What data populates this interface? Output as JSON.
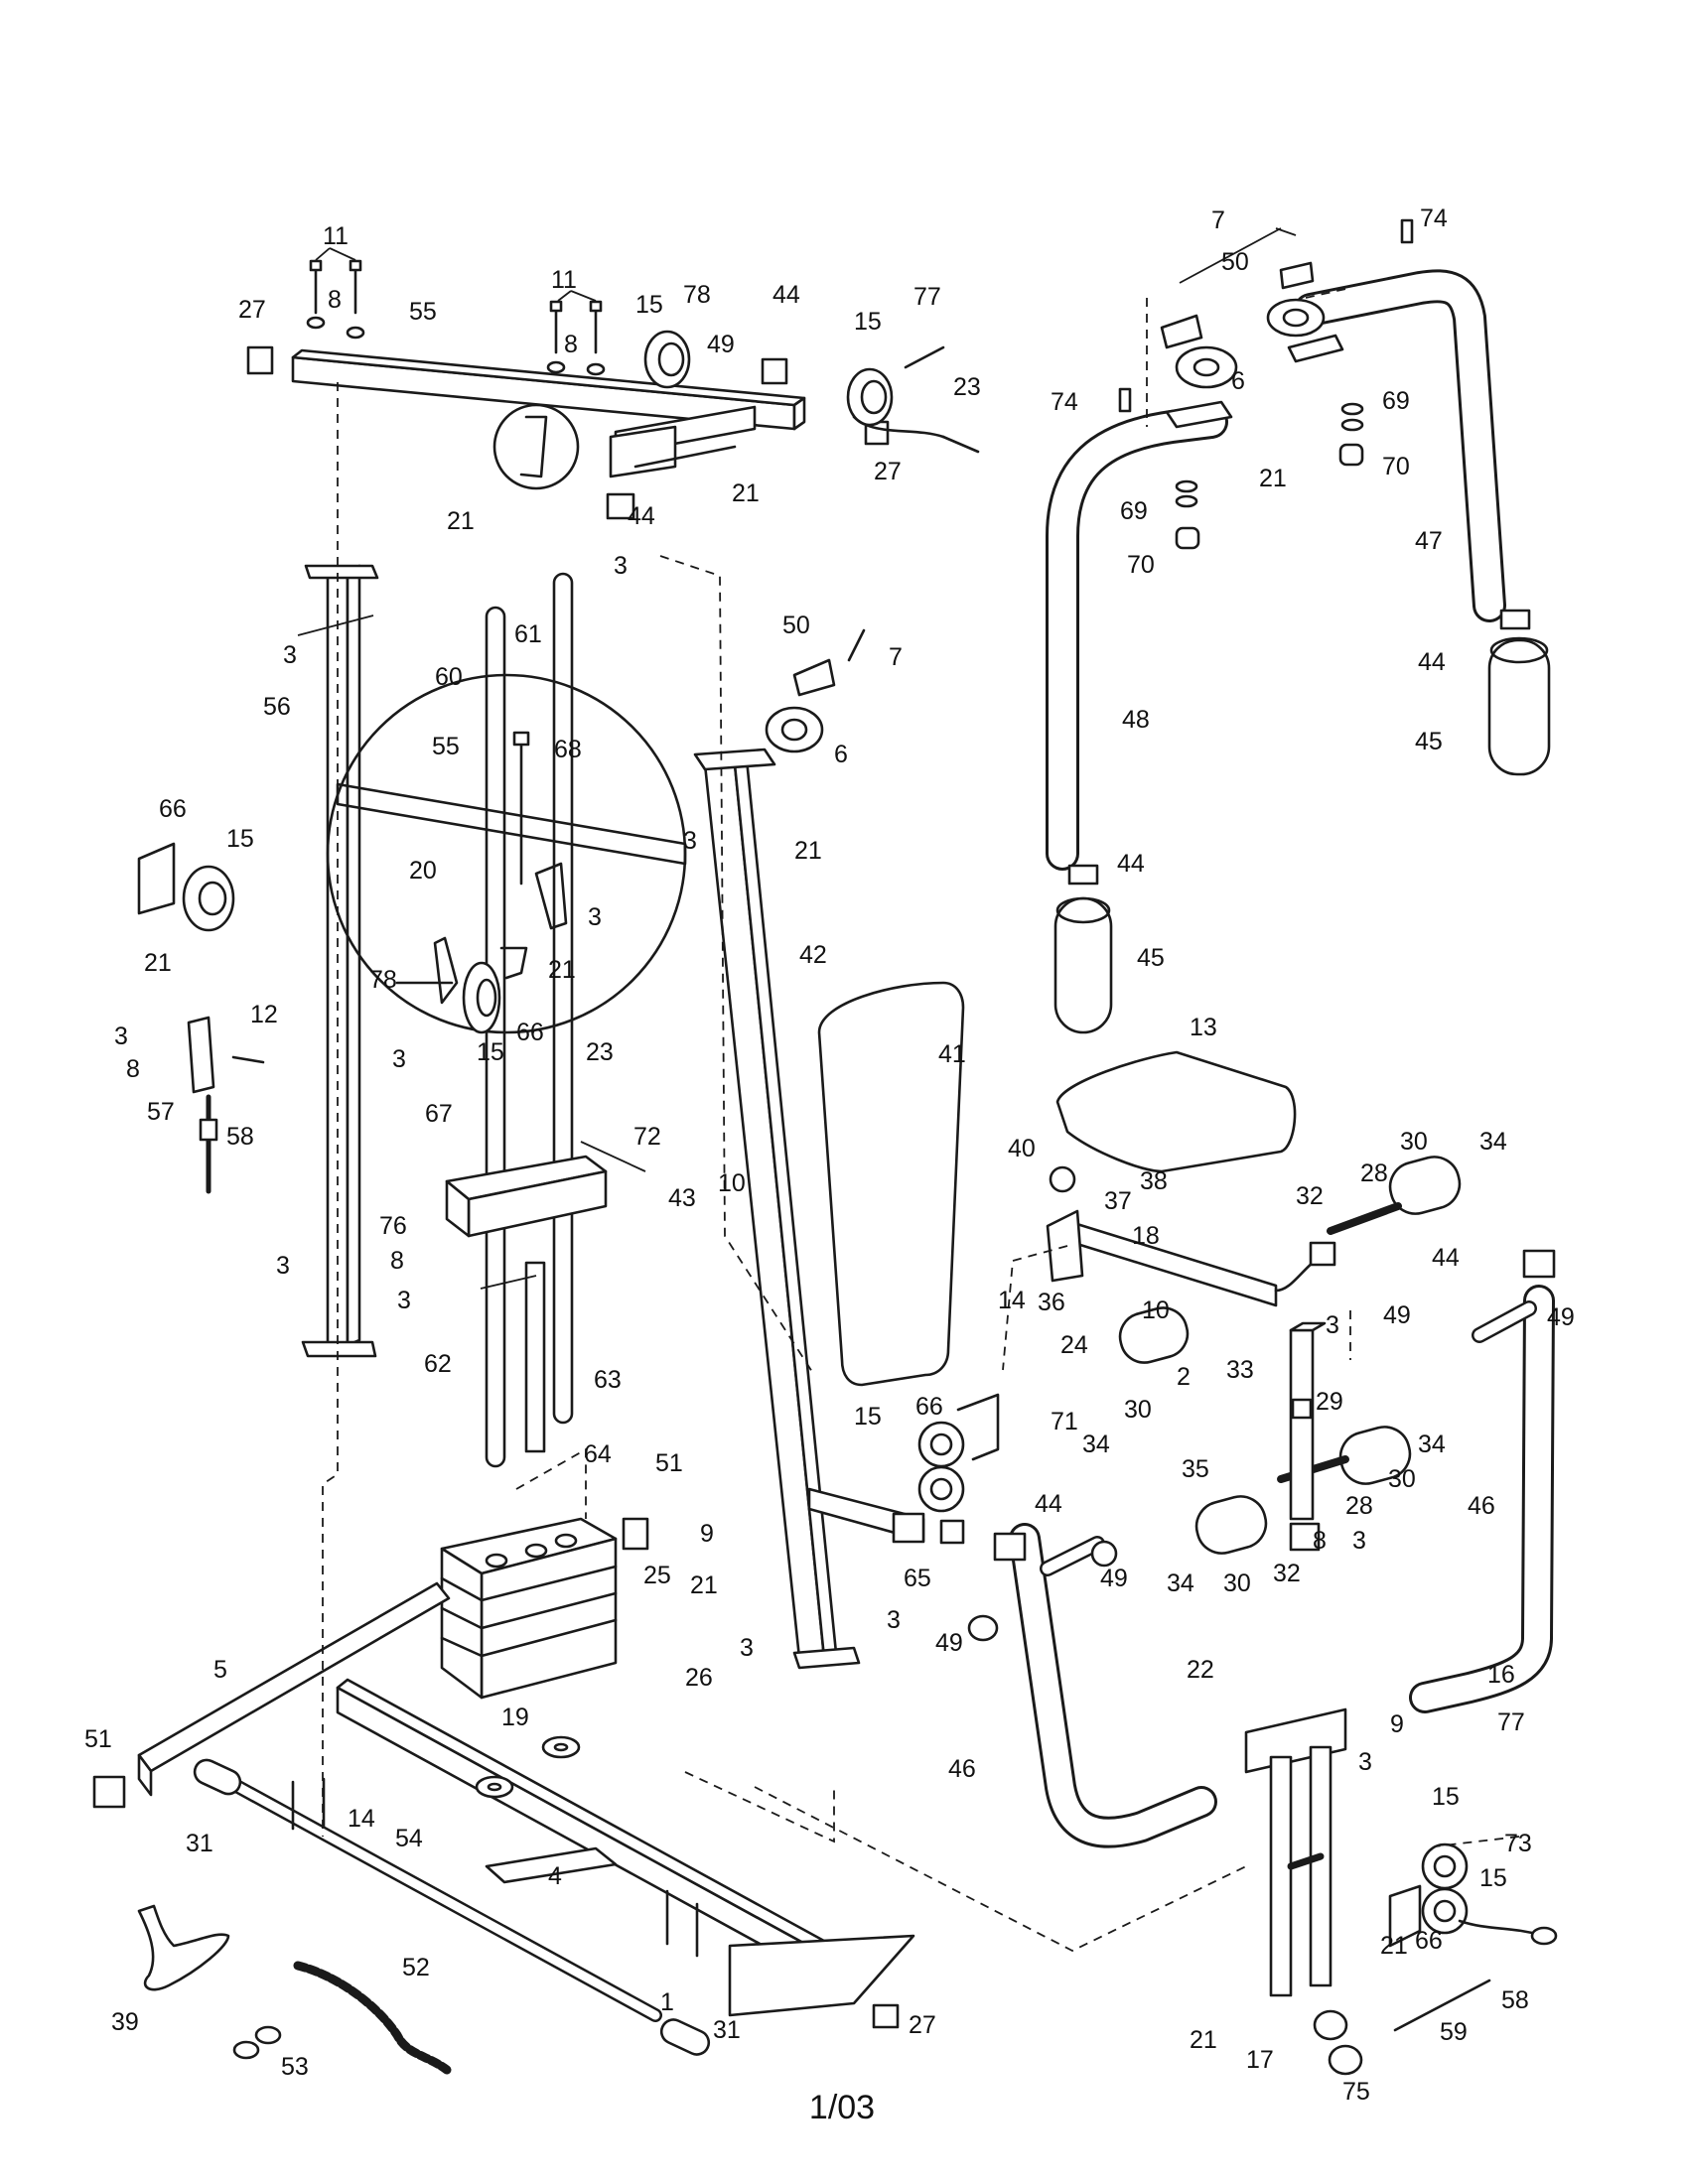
{
  "diagram": {
    "type": "exploded parts drawing",
    "footer": "1/03",
    "callouts": [
      {
        "id": "c-11-left",
        "label": "11"
      },
      {
        "id": "c-8-left",
        "label": "8"
      },
      {
        "id": "c-27-top",
        "label": "27"
      },
      {
        "id": "c-55-top",
        "label": "55"
      },
      {
        "id": "c-11-mid",
        "label": "11"
      },
      {
        "id": "c-8-mid",
        "label": "8"
      },
      {
        "id": "c-15-top",
        "label": "15"
      },
      {
        "id": "c-78-top",
        "label": "78"
      },
      {
        "id": "c-49-top",
        "label": "49"
      },
      {
        "id": "c-44-top",
        "label": "44"
      },
      {
        "id": "c-15-top2",
        "label": "15"
      },
      {
        "id": "c-77-top",
        "label": "77"
      },
      {
        "id": "c-23-top",
        "label": "23"
      },
      {
        "id": "c-27-top2",
        "label": "27"
      },
      {
        "id": "c-21-top",
        "label": "21"
      },
      {
        "id": "c-44-mid",
        "label": "44"
      },
      {
        "id": "c-21-left",
        "label": "21"
      },
      {
        "id": "c-3-a",
        "label": "3"
      },
      {
        "id": "c-3-b",
        "label": "3"
      },
      {
        "id": "c-61",
        "label": "61"
      },
      {
        "id": "c-60",
        "label": "60"
      },
      {
        "id": "c-56",
        "label": "56"
      },
      {
        "id": "c-55-circle",
        "label": "55"
      },
      {
        "id": "c-68",
        "label": "68"
      },
      {
        "id": "c-20",
        "label": "20"
      },
      {
        "id": "c-3-circle",
        "label": "3"
      },
      {
        "id": "c-78-circle",
        "label": "78"
      },
      {
        "id": "c-21-circle",
        "label": "21"
      },
      {
        "id": "c-15-circle",
        "label": "15"
      },
      {
        "id": "c-66-circle",
        "label": "66"
      },
      {
        "id": "c-66-left",
        "label": "66"
      },
      {
        "id": "c-15-left",
        "label": "15"
      },
      {
        "id": "c-21-l2",
        "label": "21"
      },
      {
        "id": "c-3-l2",
        "label": "3"
      },
      {
        "id": "c-12",
        "label": "12"
      },
      {
        "id": "c-8-l2",
        "label": "8"
      },
      {
        "id": "c-57",
        "label": "57"
      },
      {
        "id": "c-58-left",
        "label": "58"
      },
      {
        "id": "c-3-c",
        "label": "3"
      },
      {
        "id": "c-23-mid",
        "label": "23"
      },
      {
        "id": "c-67",
        "label": "67"
      },
      {
        "id": "c-72",
        "label": "72"
      },
      {
        "id": "c-76",
        "label": "76"
      },
      {
        "id": "c-8-c",
        "label": "8"
      },
      {
        "id": "c-3-d",
        "label": "3"
      },
      {
        "id": "c-3-e",
        "label": "3"
      },
      {
        "id": "c-62",
        "label": "62"
      },
      {
        "id": "c-63",
        "label": "63"
      },
      {
        "id": "c-64",
        "label": "64"
      },
      {
        "id": "c-51-mid",
        "label": "51"
      },
      {
        "id": "c-25",
        "label": "25"
      },
      {
        "id": "c-26",
        "label": "26"
      },
      {
        "id": "c-5",
        "label": "5"
      },
      {
        "id": "c-51-left",
        "label": "51"
      },
      {
        "id": "c-19",
        "label": "19"
      },
      {
        "id": "c-14-low",
        "label": "14"
      },
      {
        "id": "c-31-left",
        "label": "31"
      },
      {
        "id": "c-54",
        "label": "54"
      },
      {
        "id": "c-4",
        "label": "4"
      },
      {
        "id": "c-52",
        "label": "52"
      },
      {
        "id": "c-39",
        "label": "39"
      },
      {
        "id": "c-53",
        "label": "53"
      },
      {
        "id": "c-1",
        "label": "1"
      },
      {
        "id": "c-31-right",
        "label": "31"
      },
      {
        "id": "c-27-low",
        "label": "27"
      },
      {
        "id": "c-50-mid",
        "label": "50"
      },
      {
        "id": "c-7-mid",
        "label": "7"
      },
      {
        "id": "c-6-mid",
        "label": "6"
      },
      {
        "id": "c-3-f",
        "label": "3"
      },
      {
        "id": "c-21-f",
        "label": "21"
      },
      {
        "id": "c-42",
        "label": "42"
      },
      {
        "id": "c-41",
        "label": "41"
      },
      {
        "id": "c-43",
        "label": "43"
      },
      {
        "id": "c-10-left",
        "label": "10"
      },
      {
        "id": "c-66-mid",
        "label": "66"
      },
      {
        "id": "c-71",
        "label": "71"
      },
      {
        "id": "c-15-mid",
        "label": "15"
      },
      {
        "id": "c-9-mid",
        "label": "9"
      },
      {
        "id": "c-21-mid2",
        "label": "21"
      },
      {
        "id": "c-3-g",
        "label": "3"
      },
      {
        "id": "c-3-h",
        "label": "3"
      },
      {
        "id": "c-65",
        "label": "65"
      },
      {
        "id": "c-44-low",
        "label": "44"
      },
      {
        "id": "c-49-low",
        "label": "49"
      },
      {
        "id": "c-49-low2",
        "label": "49"
      },
      {
        "id": "c-7-right",
        "label": "7"
      },
      {
        "id": "c-74-top",
        "label": "74"
      },
      {
        "id": "c-50-right",
        "label": "50"
      },
      {
        "id": "c-6-right",
        "label": "6"
      },
      {
        "id": "c-74-left",
        "label": "74"
      },
      {
        "id": "c-69-right",
        "label": "69"
      },
      {
        "id": "c-70-right",
        "label": "70"
      },
      {
        "id": "c-21-right",
        "label": "21"
      },
      {
        "id": "c-69-left",
        "label": "69"
      },
      {
        "id": "c-70-left",
        "label": "70"
      },
      {
        "id": "c-47",
        "label": "47"
      },
      {
        "id": "c-44-r1",
        "label": "44"
      },
      {
        "id": "c-45-r1",
        "label": "45"
      },
      {
        "id": "c-48",
        "label": "48"
      },
      {
        "id": "c-44-r2",
        "label": "44"
      },
      {
        "id": "c-45-r2",
        "label": "45"
      },
      {
        "id": "c-13",
        "label": "13"
      },
      {
        "id": "c-40",
        "label": "40"
      },
      {
        "id": "c-38",
        "label": "38"
      },
      {
        "id": "c-37",
        "label": "37"
      },
      {
        "id": "c-18",
        "label": "18"
      },
      {
        "id": "c-32-top",
        "label": "32"
      },
      {
        "id": "c-28-top",
        "label": "28"
      },
      {
        "id": "c-30-top",
        "label": "30"
      },
      {
        "id": "c-34-top",
        "label": "34"
      },
      {
        "id": "c-14-mid",
        "label": "14"
      },
      {
        "id": "c-36",
        "label": "36"
      },
      {
        "id": "c-24",
        "label": "24"
      },
      {
        "id": "c-10-right",
        "label": "10"
      },
      {
        "id": "c-3-i",
        "label": "3"
      },
      {
        "id": "c-33",
        "label": "33"
      },
      {
        "id": "c-2",
        "label": "2"
      },
      {
        "id": "c-30-mid",
        "label": "30"
      },
      {
        "id": "c-34-mid",
        "label": "34"
      },
      {
        "id": "c-29",
        "label": "29"
      },
      {
        "id": "c-34-right",
        "label": "34"
      },
      {
        "id": "c-35",
        "label": "35"
      },
      {
        "id": "c-30-right",
        "label": "30"
      },
      {
        "id": "c-28-low",
        "label": "28"
      },
      {
        "id": "c-8-r",
        "label": "8"
      },
      {
        "id": "c-3-j",
        "label": "3"
      },
      {
        "id": "c-32-low",
        "label": "32"
      },
      {
        "id": "c-34-low",
        "label": "34"
      },
      {
        "id": "c-30-low",
        "label": "30"
      },
      {
        "id": "c-44-r3",
        "label": "44"
      },
      {
        "id": "c-49-r1",
        "label": "49"
      },
      {
        "id": "c-49-r2",
        "label": "49"
      },
      {
        "id": "c-46-right",
        "label": "46"
      },
      {
        "id": "c-46-left",
        "label": "46"
      },
      {
        "id": "c-22",
        "label": "22"
      },
      {
        "id": "c-16",
        "label": "16"
      },
      {
        "id": "c-9-r",
        "label": "9"
      },
      {
        "id": "c-77-r",
        "label": "77"
      },
      {
        "id": "c-3-k",
        "label": "3"
      },
      {
        "id": "c-15-r1",
        "label": "15"
      },
      {
        "id": "c-73",
        "label": "73"
      },
      {
        "id": "c-15-r2",
        "label": "15"
      },
      {
        "id": "c-21-r2",
        "label": "21"
      },
      {
        "id": "c-66-r",
        "label": "66"
      },
      {
        "id": "c-58-r",
        "label": "58"
      },
      {
        "id": "c-59",
        "label": "59"
      },
      {
        "id": "c-21-r3",
        "label": "21"
      },
      {
        "id": "c-17",
        "label": "17"
      },
      {
        "id": "c-75",
        "label": "75"
      }
    ]
  }
}
